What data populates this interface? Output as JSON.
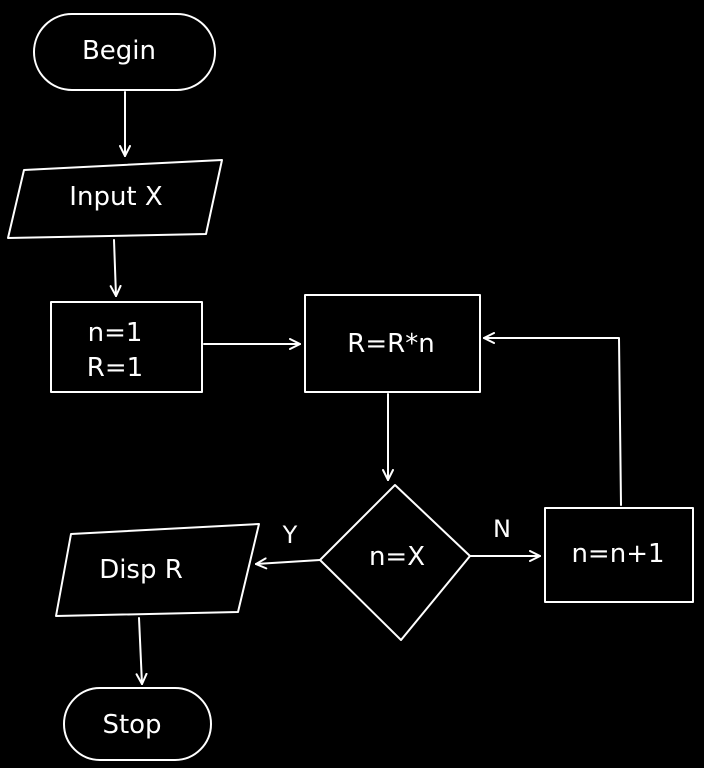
{
  "diagram": {
    "colors": {
      "background": "#000000",
      "stroke": "#ffffff"
    },
    "nodes": {
      "begin": {
        "label": "Begin",
        "shape": "terminator"
      },
      "input": {
        "label": "Input X",
        "shape": "parallelogram"
      },
      "init": {
        "line1": "n=1",
        "line2": "R=1",
        "shape": "rectangle"
      },
      "multiply": {
        "label": "R=R*n",
        "shape": "rectangle"
      },
      "decision": {
        "label": "n=X",
        "shape": "diamond"
      },
      "increment": {
        "label": "n=n+1",
        "shape": "rectangle"
      },
      "display": {
        "label": "Disp R",
        "shape": "parallelogram"
      },
      "stop": {
        "label": "Stop",
        "shape": "terminator"
      }
    },
    "edges": {
      "yes_label": "Y",
      "no_label": "N"
    }
  }
}
